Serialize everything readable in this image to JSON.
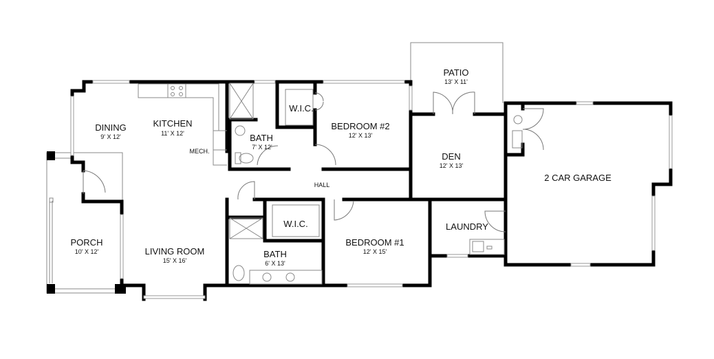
{
  "rooms": {
    "dining": {
      "name": "DINING",
      "size": "9' X 12'"
    },
    "kitchen": {
      "name": "KITCHEN",
      "size": "11' X 12'"
    },
    "mech": {
      "name": "MECH."
    },
    "bath_upper": {
      "name": "BATH",
      "size": "7' X 12'"
    },
    "wic_upper": {
      "name": "W.I.C."
    },
    "bedroom2": {
      "name": "BEDROOM #2",
      "size": "12' X 13'"
    },
    "patio": {
      "name": "PATIO",
      "size": "13' X 11'"
    },
    "den": {
      "name": "DEN",
      "size": "12' X 13'"
    },
    "garage": {
      "name": "2 CAR GARAGE"
    },
    "hall": {
      "name": "HALL"
    },
    "porch": {
      "name": "PORCH",
      "size": "10' X 12'"
    },
    "living": {
      "name": "LIVING ROOM",
      "size": "15' X 16'"
    },
    "wic_lower": {
      "name": "W.I.C."
    },
    "bath_lower": {
      "name": "BATH",
      "size": "6' X 13'"
    },
    "bedroom1": {
      "name": "BEDROOM #1",
      "size": "12' X 15'"
    },
    "laundry": {
      "name": "LAUNDRY"
    }
  }
}
